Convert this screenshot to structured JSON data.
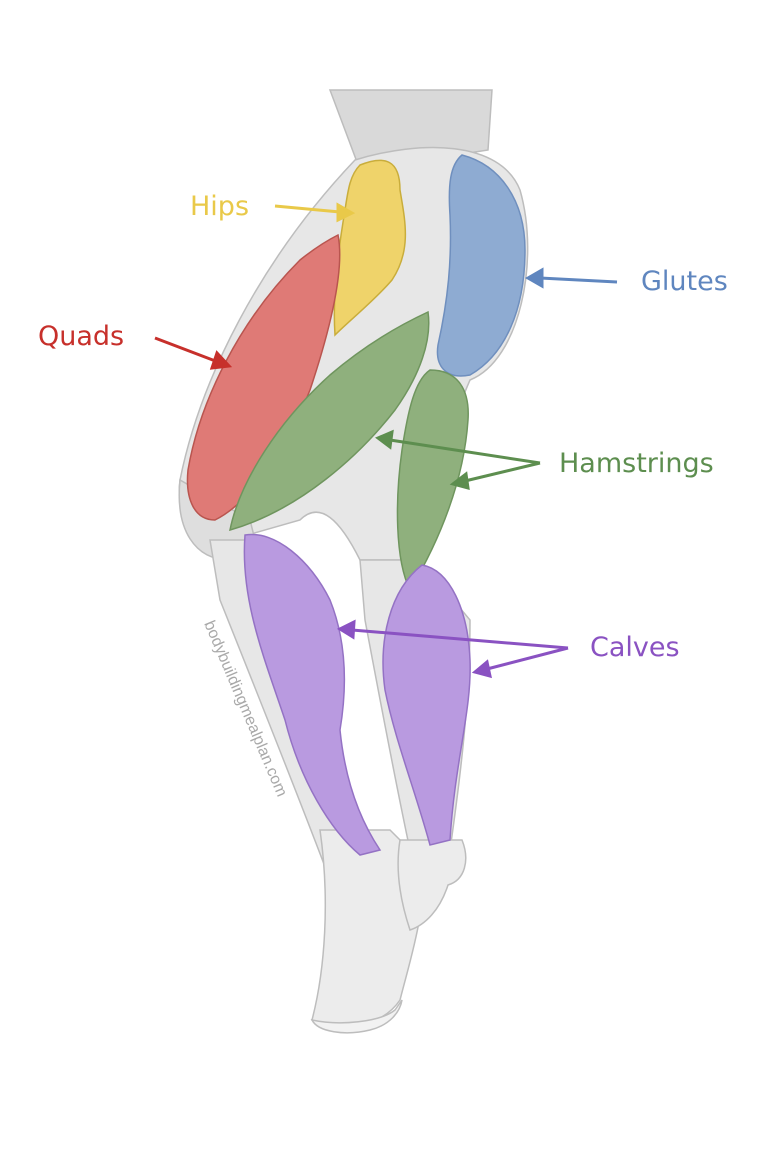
{
  "labels": {
    "hips": "Hips",
    "glutes": "Glutes",
    "quads": "Quads",
    "hamstrings": "Hamstrings",
    "calves": "Calves"
  },
  "watermark": "bodybuildingmealplan.com",
  "colors": {
    "hips": "#e9c949",
    "glutes": "#5f86bf",
    "quads": "#c7302b",
    "hamstrings": "#5d8e4f",
    "calves": "#8a52c2",
    "hips_fill": "#efd36a",
    "glutes_fill": "#8eabd2",
    "quads_fill": "#df7a76",
    "hamstrings_fill": "#8fb07d",
    "calves_fill": "#b99ae0"
  }
}
